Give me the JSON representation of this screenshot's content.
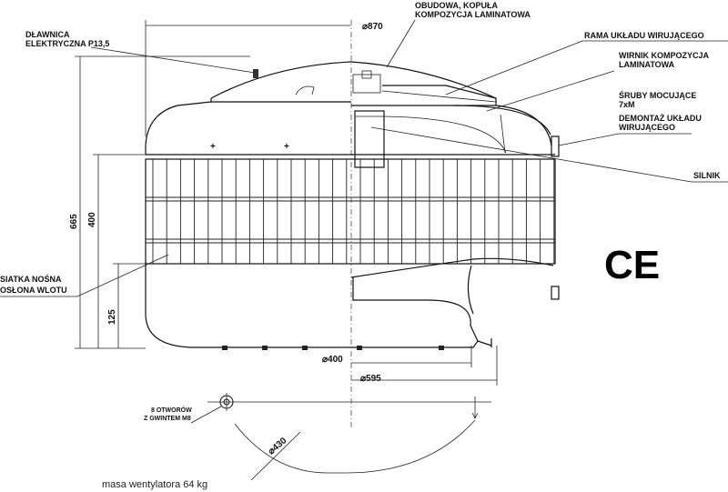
{
  "labels": {
    "cable_gland": [
      "DŁAWNICA",
      "ELEKTRYCZNA P13,5"
    ],
    "housing": [
      "OBUDOWA, KOPUŁA",
      "KOMPOZYCJA LAMINATOWA"
    ],
    "frame": "RAMA UKŁADU WIRUJĄCEGO",
    "impeller": [
      "WIRNIK KOMPOZYCJA",
      "LAMINATOWA"
    ],
    "screws": [
      "ŚRUBY MOCUJĄCE",
      "7xM",
      "DEMONTAŻ UKŁADU",
      "WIRUJĄCEGO"
    ],
    "motor": "SILNIK",
    "mesh": [
      "SIATKA NOŚNA",
      "OSŁONA WLOTU"
    ],
    "holes": [
      "8 OTWORÓW",
      "Z GWINTEM M8"
    ]
  },
  "dimensions": {
    "d870": "⌀870",
    "d400": "⌀400",
    "d595": "⌀595",
    "d430": "⌀430",
    "h665": "665",
    "h400": "400",
    "h125": "125"
  },
  "mass_note": "masa wentylatora 64 kg",
  "ce_mark": "CE"
}
